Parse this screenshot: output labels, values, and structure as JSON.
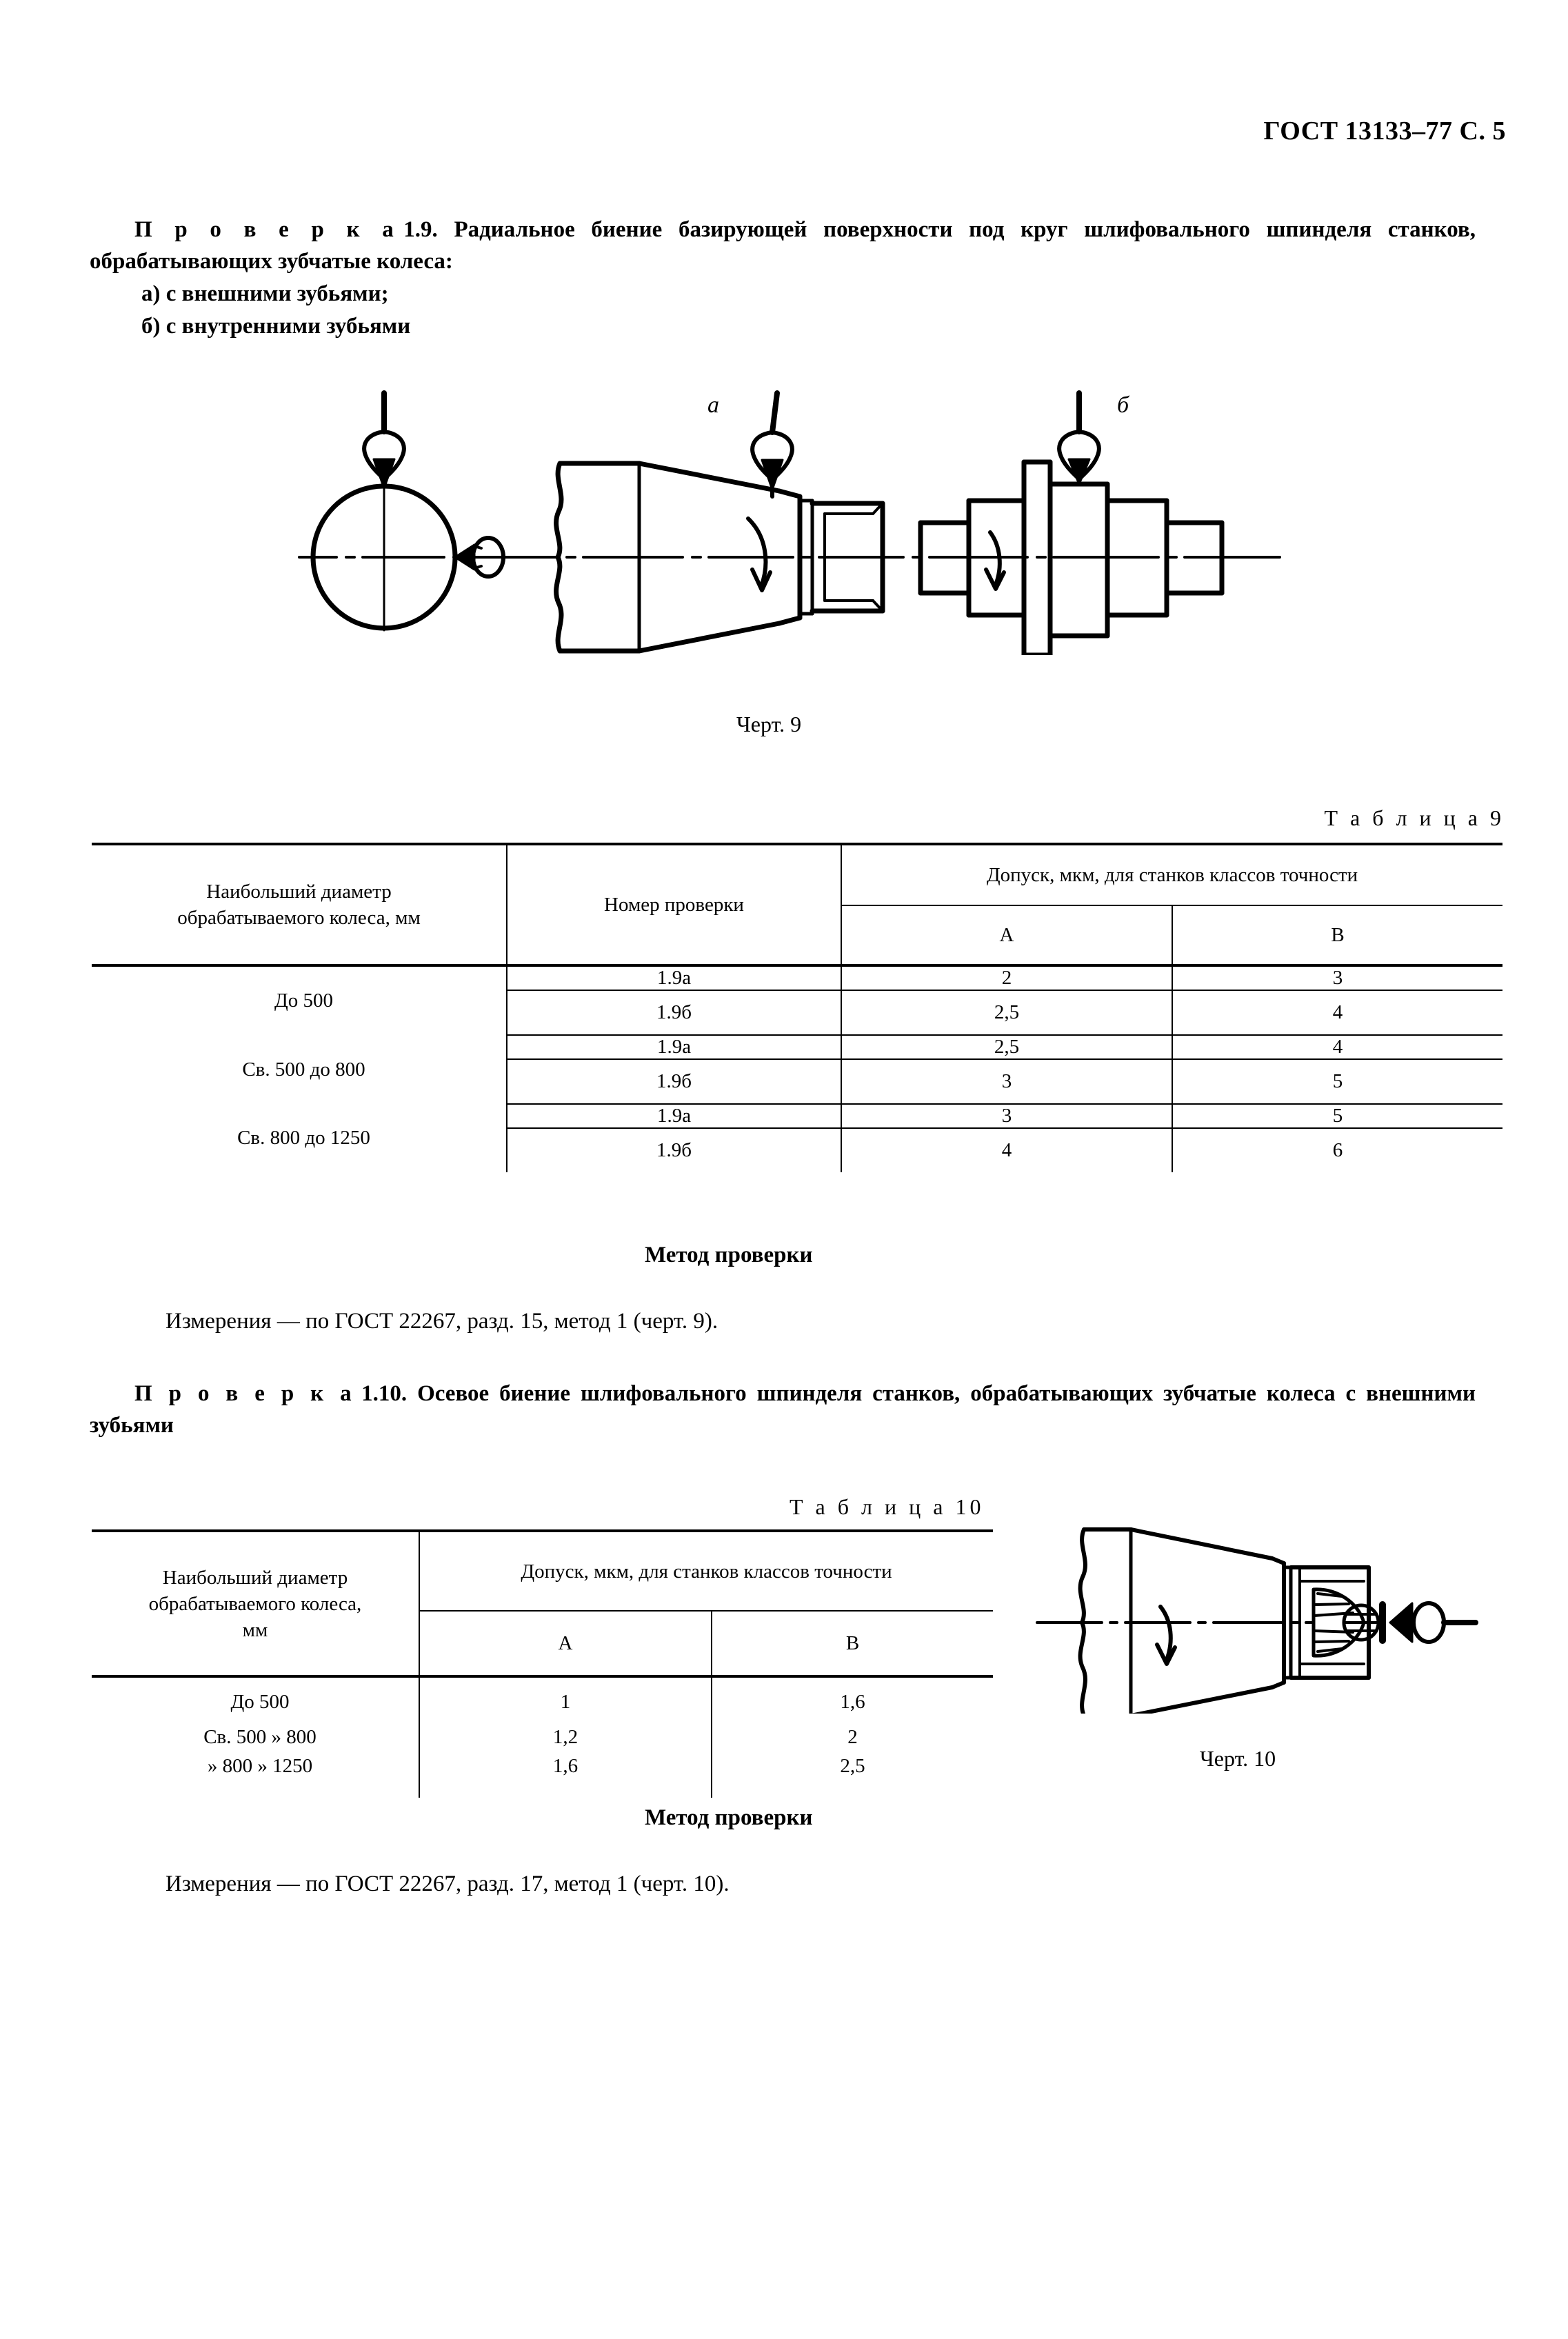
{
  "header": {
    "standard": "ГОСТ 13133–77 С. 5"
  },
  "check_1_9": {
    "label": "П р о в е р к а",
    "number": "1.9.",
    "title_line1": "Радиальное биение базирующей поверхности под круг шлифовального шпинделя",
    "title_line2": "станков, обрабатывающих зубчатые колеса:",
    "items": [
      "а)  с внешними зубьями;",
      "б)  с внутренними зубьями"
    ]
  },
  "figure9": {
    "caption": "Черт. 9",
    "marker_a": "а",
    "marker_b": "б"
  },
  "table9": {
    "caption": "Т а б л и ц а  9",
    "headers": {
      "col1_line1": "Наибольший диаметр",
      "col1_line2": "обрабатываемого колеса, мм",
      "col2": "Номер проверки",
      "col3_group": "Допуск, мкм, для станков классов точности",
      "col3_a": "А",
      "col3_b": "В"
    },
    "rows": [
      {
        "diameter": "До 500",
        "checks": [
          {
            "number": "1.9а",
            "a": "2",
            "b": "3"
          },
          {
            "number": "1.9б",
            "a": "2,5",
            "b": "4"
          }
        ]
      },
      {
        "diameter": "Св. 500 до 800",
        "checks": [
          {
            "number": "1.9а",
            "a": "2,5",
            "b": "4"
          },
          {
            "number": "1.9б",
            "a": "3",
            "b": "5"
          }
        ]
      },
      {
        "diameter": "Св. 800 до 1250",
        "checks": [
          {
            "number": "1.9а",
            "a": "3",
            "b": "5"
          },
          {
            "number": "1.9б",
            "a": "4",
            "b": "6"
          }
        ]
      }
    ]
  },
  "method9": {
    "heading": "Метод проверки",
    "text": "Измерения — по ГОСТ 22267, разд. 15, метод 1 (черт. 9)."
  },
  "check_1_10": {
    "label": "П р о в е р к а",
    "number": "1.10.",
    "title_line1": "Осевое биение шлифовального шпинделя станков, обрабатывающих зубчатые",
    "title_line2": "колеса с внешними зубьями"
  },
  "table10": {
    "caption": "Т а б л и ц а  10",
    "headers": {
      "col1_line1": "Наибольший диаметр",
      "col1_line2": "обрабатываемого колеса,",
      "col1_line3": "мм",
      "col2_group": "Допуск, мкм, для станков классов точности",
      "col2_a": "А",
      "col2_b": "В"
    },
    "rows": [
      {
        "diameter": "До 500",
        "a": "1",
        "b": "1,6"
      },
      {
        "diameter": "Св. 500 » 800",
        "a": "1,2",
        "b": "2"
      },
      {
        "diameter": "» 800 » 1250",
        "a": "1,6",
        "b": "2,5"
      }
    ]
  },
  "figure10": {
    "caption": "Черт. 10"
  },
  "method10": {
    "heading": "Метод проверки",
    "text": "Измерения — по ГОСТ 22267, разд. 17, метод 1 (черт. 10)."
  }
}
